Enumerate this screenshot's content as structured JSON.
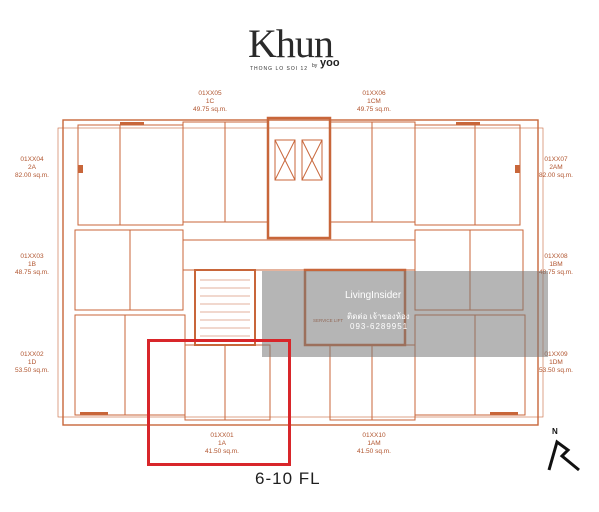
{
  "brand": {
    "name": "Khun",
    "tagline": "THONG LO SOI 12",
    "by": "by",
    "partner": "yoo"
  },
  "units": [
    {
      "id": "01XX05",
      "type": "1C",
      "area": "49.75 sq.m."
    },
    {
      "id": "01XX06",
      "type": "1CM",
      "area": "49.75 sq.m."
    },
    {
      "id": "01XX04",
      "type": "2A",
      "area": "82.00 sq.m."
    },
    {
      "id": "01XX07",
      "type": "2AM",
      "area": "82.00 sq.m."
    },
    {
      "id": "01XX03",
      "type": "1B",
      "area": "48.75 sq.m."
    },
    {
      "id": "01XX08",
      "type": "1BM",
      "area": "48.75 sq.m."
    },
    {
      "id": "01XX02",
      "type": "1D",
      "area": "53.50 sq.m."
    },
    {
      "id": "01XX09",
      "type": "1DM",
      "area": "53.50 sq.m."
    },
    {
      "id": "01XX01",
      "type": "1A",
      "area": "41.50 sq.m."
    },
    {
      "id": "01XX10",
      "type": "1AM",
      "area": "41.50 sq.m."
    }
  ],
  "service_label": "SERVICE LIFT",
  "floor_label": "6-10 FL",
  "north_label": "N",
  "watermark": {
    "logo": "LivingInsider",
    "line1": "ติดต่อ เจ้าของห้อง",
    "phone": "093-6289951"
  },
  "colors": {
    "plan": "#c8663a",
    "highlight": "#d8262a",
    "text": "#b0542e"
  }
}
